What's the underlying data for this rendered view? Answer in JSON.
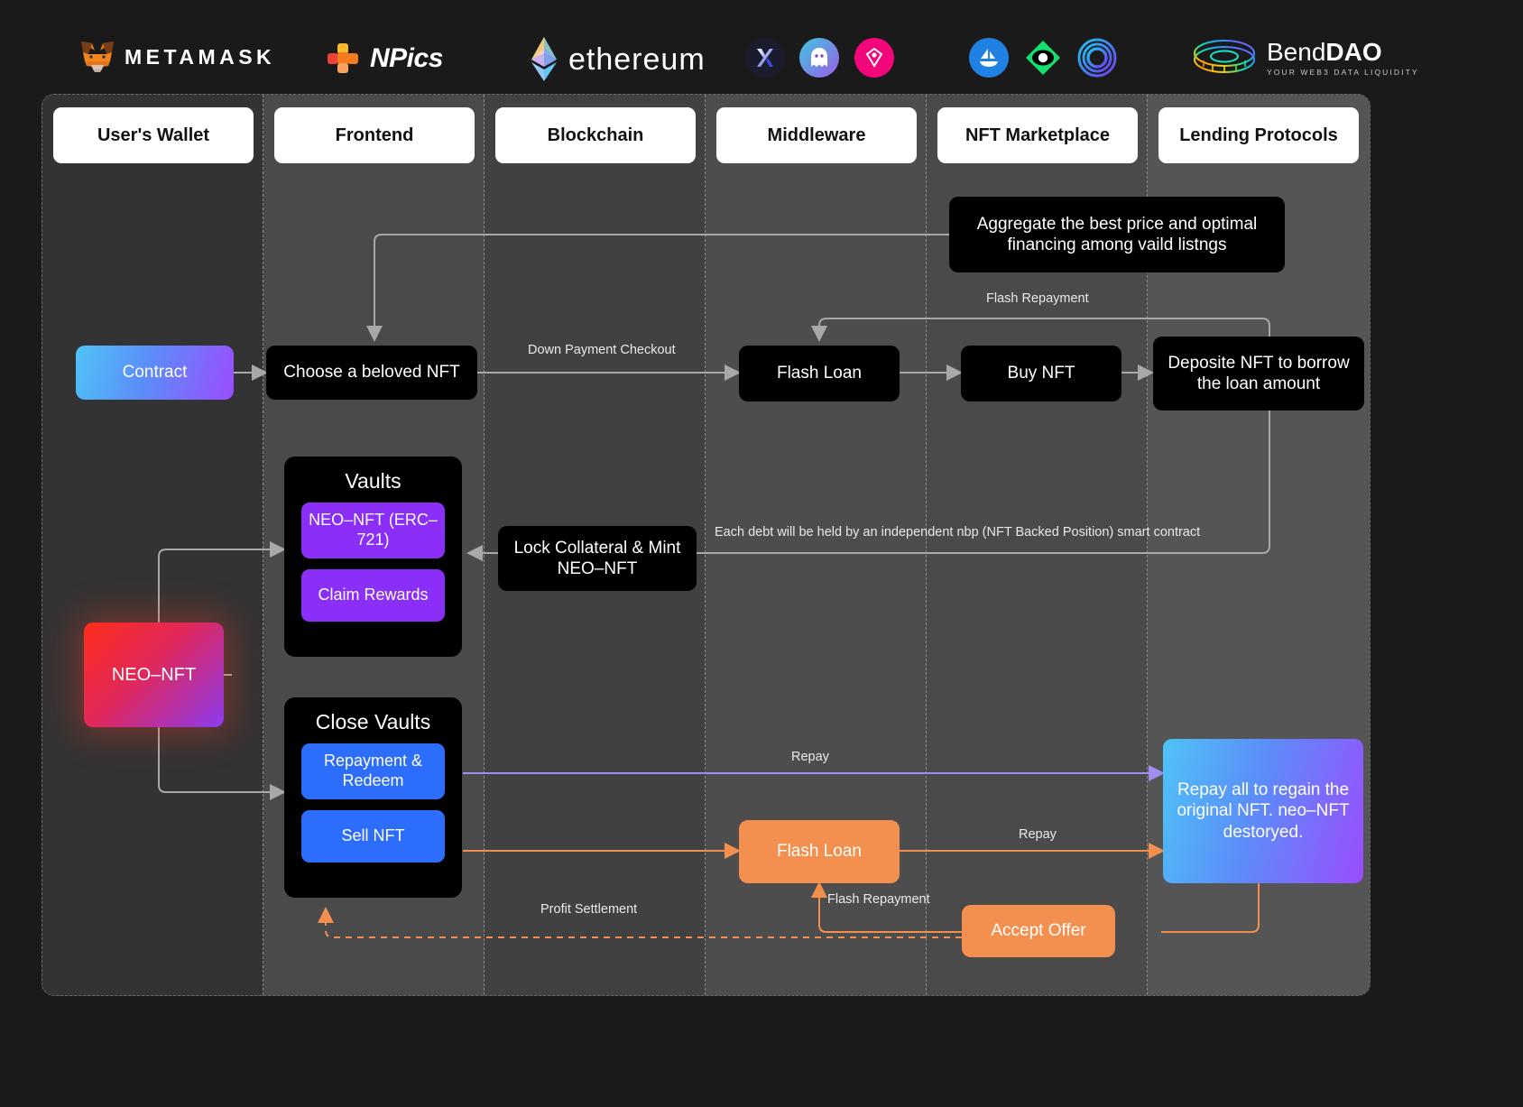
{
  "header": {
    "logos": [
      {
        "name": "metamask-logo",
        "text": "METAMASK"
      },
      {
        "name": "npics-logo",
        "text": "NPics"
      },
      {
        "name": "ethereum-logo",
        "text": "ethereum"
      },
      {
        "name": "x2y2-logo",
        "text": ""
      },
      {
        "name": "ghost-markets-logo",
        "text": ""
      },
      {
        "name": "looksrare-logo",
        "text": ""
      },
      {
        "name": "opensea-logo",
        "text": ""
      },
      {
        "name": "gem-logo",
        "text": ""
      },
      {
        "name": "blur-logo",
        "text": ""
      },
      {
        "name": "benddao-logo",
        "text": "BendDAO",
        "tagline": "YOUR WEB3 DATA LIQUIDITY"
      }
    ],
    "benddao": {
      "name_light": "Bend",
      "name_bold": "DAO",
      "tagline": "YOUR WEB3 DATA LIQUIDITY"
    }
  },
  "lanes": [
    {
      "label": "User's Wallet"
    },
    {
      "label": "Frontend"
    },
    {
      "label": "Blockchain"
    },
    {
      "label": "Middleware"
    },
    {
      "label": "NFT Marketplace"
    },
    {
      "label": "Lending Protocols"
    }
  ],
  "nodes": {
    "contract": "Contract",
    "choose_nft": "Choose a beloved NFT",
    "flash_loan_top": "Flash Loan",
    "buy_nft": "Buy NFT",
    "deposit_nft": "Deposite NFT to borrow the loan amount",
    "aggregate_note": "Aggregate the best price and optimal financing among vaild listngs",
    "lock_collateral": "Lock Collateral & Mint NEO–NFT",
    "neo_nft": "NEO–NFT",
    "vaults_title": "Vaults",
    "vault_item_1": "NEO–NFT (ERC–721)",
    "vault_item_2": "Claim Rewards",
    "close_vaults_title": "Close Vaults",
    "close_item_1": "Repayment & Redeem",
    "close_item_2": "Sell NFT",
    "flash_loan_bottom": "Flash Loan",
    "accept_offer": "Accept Offer",
    "repay_all": "Repay all to regain the original NFT. neo–NFT destoryed."
  },
  "edge_labels": {
    "down_payment": "Down Payment Checkout",
    "flash_repayment_top": "Flash Repayment",
    "nbp_note": "Each debt will be held by an independent nbp (NFT Backed Position) smart contract",
    "repay_purple": "Repay",
    "repay_orange": "Repay",
    "flash_repayment_bottom": "Flash Repayment",
    "profit_settlement": "Profit Settlement"
  },
  "colors": {
    "purple": "#8B2FF8",
    "blue": "#2D6DFB",
    "orange": "#F4904F",
    "edge_gray": "#a8a8a8",
    "edge_purple": "#a18ef0",
    "background": "#1a1a1a"
  }
}
